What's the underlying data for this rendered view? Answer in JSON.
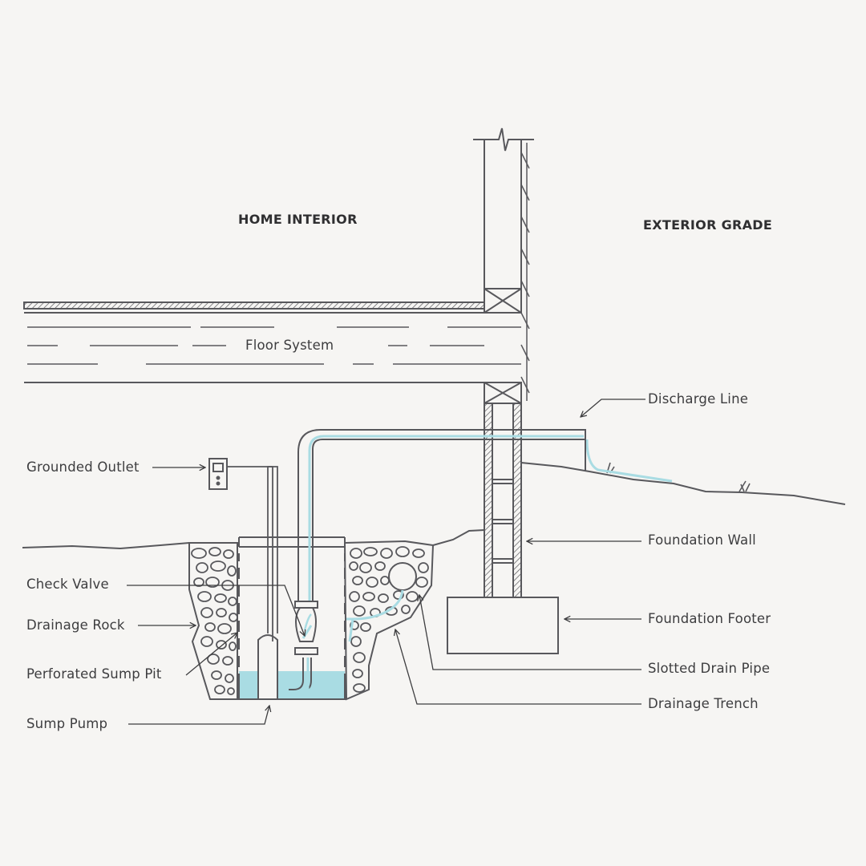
{
  "headings": {
    "interior": "HOME INTERIOR",
    "exterior": "EXTERIOR GRADE"
  },
  "labels": {
    "floor_system": "Floor System",
    "discharge_line": "Discharge Line",
    "grounded_outlet": "Grounded Outlet",
    "foundation_wall": "Foundation Wall",
    "check_valve": "Check Valve",
    "drainage_rock": "Drainage Rock",
    "foundation_footer": "Foundation Footer",
    "perforated_sump_pit": "Perforated Sump Pit",
    "slotted_drain_pipe": "Slotted Drain Pipe",
    "drainage_trench": "Drainage Trench",
    "sump_pump": "Sump Pump"
  },
  "colors": {
    "background": "#f6f5f3",
    "line": "#58585c",
    "water": "#a9dce3",
    "text": "#3d3d3f"
  }
}
